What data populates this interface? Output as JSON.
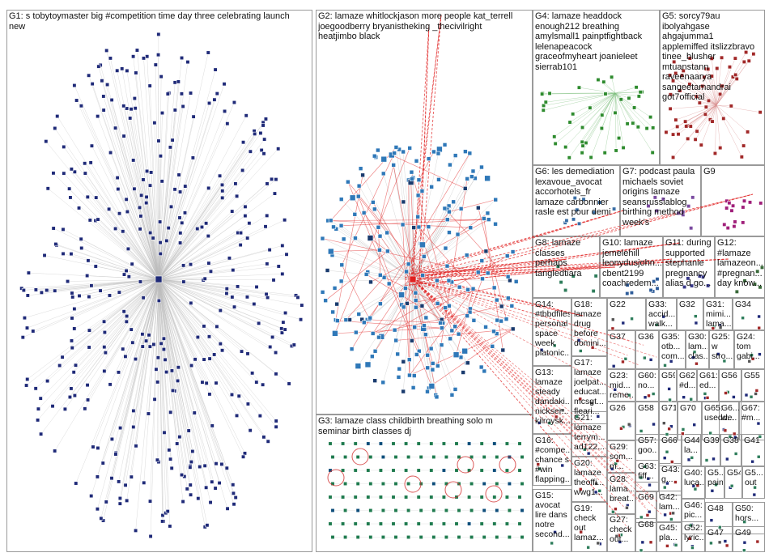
{
  "groups": [
    {
      "id": "G1",
      "lines": [
        "G1: s tobytoymaster big #competition time day three celebrating launch",
        "new"
      ]
    },
    {
      "id": "G2",
      "lines": [
        "G2: lamaze whitlockjason more people kat_terrell",
        "joegoodberry bryanistheking _thecivilright",
        "heatjimbo black"
      ]
    },
    {
      "id": "G3",
      "lines": [
        "G3: lamaze class childbirth breathing solo m",
        "seminar birth classes dj"
      ]
    },
    {
      "id": "G4",
      "lines": [
        "G4: lamaze headdock",
        "enough212 breathing",
        "amylsmall1 painptfightback",
        "lelenapeacock",
        "graceofmyheart joanieleet",
        "sierrab101"
      ]
    },
    {
      "id": "G5",
      "lines": [
        "G5: sorcy79au",
        "ibolyahgase",
        "ahgajumma1",
        "applemiffed itslizzbravo",
        "tinee_blusher",
        "mtuanstann",
        "raveenaarya",
        "sangeetamandrai",
        "got7official"
      ]
    },
    {
      "id": "G6",
      "lines": [
        "G6: les demediation",
        "lexavoue_avocat",
        "accorhotels_fr",
        "lamaze carbonnier",
        "rasle est pour demi"
      ]
    },
    {
      "id": "G7",
      "lines": [
        "G7: podcast paula",
        "michaels soviet",
        "origins lamaze",
        "seansrussiablog",
        "birthing method",
        "week's"
      ]
    },
    {
      "id": "G9",
      "lines": [
        "G9"
      ]
    },
    {
      "id": "G8",
      "lines": [
        "G8: lamaze",
        "classes",
        "perhaps",
        "tangledtiara"
      ]
    },
    {
      "id": "G10",
      "lines": [
        "G10: lamaze",
        "jemelehill",
        "leonydusjohn...",
        "cbent2199",
        "coachredem..."
      ]
    },
    {
      "id": "G11",
      "lines": [
        "G11: during",
        "supported",
        "stephanie",
        "pregnancy",
        "alias d go..."
      ]
    },
    {
      "id": "G12",
      "lines": [
        "G12:",
        "#lamaze",
        "lamazeon...",
        "#pregnan...",
        "day know..."
      ]
    },
    {
      "id": "G14",
      "lines": [
        "G14:",
        "#tbbdfiles",
        "personal",
        "space",
        "week",
        "platonic..."
      ]
    },
    {
      "id": "G18",
      "lines": [
        "G18:",
        "lamaze",
        "drug",
        "before",
        "domini..."
      ]
    },
    {
      "id": "G22",
      "lines": [
        "G22"
      ]
    },
    {
      "id": "G33",
      "lines": [
        "G33:",
        "accid...",
        "walk..."
      ]
    },
    {
      "id": "G32",
      "lines": [
        "G32"
      ]
    },
    {
      "id": "G31",
      "lines": [
        "G31:",
        "mimi...",
        "lama..."
      ]
    },
    {
      "id": "G34",
      "lines": [
        "G34"
      ]
    },
    {
      "id": "G17",
      "lines": [
        "G17:",
        "lamaze",
        "joelpat...",
        "educat...",
        "mcsgt...",
        "fleari..."
      ]
    },
    {
      "id": "G37",
      "lines": [
        "G37"
      ]
    },
    {
      "id": "G36",
      "lines": [
        "G36"
      ]
    },
    {
      "id": "G35",
      "lines": [
        "G35:",
        "otb...",
        "com..."
      ]
    },
    {
      "id": "G30",
      "lines": [
        "G30:",
        "lam...",
        "clas..."
      ]
    },
    {
      "id": "G25",
      "lines": [
        "G25:",
        "w",
        "stro..."
      ]
    },
    {
      "id": "G24",
      "lines": [
        "G24:",
        "tom",
        "gabi..."
      ]
    },
    {
      "id": "G13",
      "lines": [
        "G13:",
        "lamaze",
        "steady",
        "dandaki...",
        "nickser...",
        "kilroysk..."
      ]
    },
    {
      "id": "G23",
      "lines": [
        "G23:",
        "mid...",
        "reme..."
      ]
    },
    {
      "id": "G60",
      "lines": [
        "G60:",
        "no..."
      ]
    },
    {
      "id": "G59",
      "lines": [
        "G59"
      ]
    },
    {
      "id": "G62",
      "lines": [
        "G62:",
        "#d..."
      ]
    },
    {
      "id": "G61",
      "lines": [
        "G61:",
        "ed..."
      ]
    },
    {
      "id": "G56",
      "lines": [
        "G56"
      ]
    },
    {
      "id": "G55",
      "lines": [
        "G55"
      ]
    },
    {
      "id": "G21",
      "lines": [
        "G21:",
        "lamaze",
        "terrym...",
        "ad122..."
      ]
    },
    {
      "id": "G26",
      "lines": [
        "G26"
      ]
    },
    {
      "id": "G58",
      "lines": [
        "G58"
      ]
    },
    {
      "id": "G71",
      "lines": [
        "G71"
      ]
    },
    {
      "id": "G70",
      "lines": [
        "G70"
      ]
    },
    {
      "id": "G65",
      "lines": [
        "G65:",
        "usedde..."
      ]
    },
    {
      "id": "G6x",
      "lines": [
        "G6...",
        "w..."
      ]
    },
    {
      "id": "G67",
      "lines": [
        "G67:",
        "#m..."
      ]
    },
    {
      "id": "G16",
      "lines": [
        "G16:",
        "#compe...",
        "chance s",
        "#win",
        "flapping..."
      ]
    },
    {
      "id": "G20",
      "lines": [
        "G20:",
        "lamaze",
        "theoffi...",
        "wwg1..."
      ]
    },
    {
      "id": "G29",
      "lines": [
        "G29:",
        "som...",
        "m..."
      ]
    },
    {
      "id": "G57",
      "lines": [
        "G57:",
        "goo..."
      ]
    },
    {
      "id": "G66",
      "lines": [
        "G66"
      ]
    },
    {
      "id": "G44",
      "lines": [
        "G44:",
        "la..."
      ]
    },
    {
      "id": "G39",
      "lines": [
        "G39"
      ]
    },
    {
      "id": "G38",
      "lines": [
        "G38"
      ]
    },
    {
      "id": "G41",
      "lines": [
        "G41"
      ]
    },
    {
      "id": "G63",
      "lines": [
        "G63:",
        "fiff..."
      ]
    },
    {
      "id": "G43",
      "lines": [
        "G43:",
        "g..."
      ]
    },
    {
      "id": "G40",
      "lines": [
        "G40:",
        "luca..."
      ]
    },
    {
      "id": "G5b",
      "lines": [
        "G5...",
        "pain"
      ]
    },
    {
      "id": "G54",
      "lines": [
        "G54"
      ]
    },
    {
      "id": "G5c",
      "lines": [
        "G5...",
        "out"
      ]
    },
    {
      "id": "G28",
      "lines": [
        "G28:",
        "lama...",
        "breat..."
      ]
    },
    {
      "id": "G15",
      "lines": [
        "G15:",
        "avocat",
        "lire dans",
        "notre",
        "second..."
      ]
    },
    {
      "id": "G19",
      "lines": [
        "G19:",
        "check",
        "out",
        "lamaz..."
      ]
    },
    {
      "id": "G69",
      "lines": [
        "G69"
      ]
    },
    {
      "id": "G42",
      "lines": [
        "G42:",
        "lam..."
      ]
    },
    {
      "id": "G46",
      "lines": [
        "G46:",
        "pic..."
      ]
    },
    {
      "id": "G48",
      "lines": [
        "G48"
      ]
    },
    {
      "id": "G50",
      "lines": [
        "G50:",
        "hors..."
      ]
    },
    {
      "id": "G27",
      "lines": [
        "G27:",
        "check",
        "out..."
      ]
    },
    {
      "id": "G68",
      "lines": [
        "G68"
      ]
    },
    {
      "id": "G45",
      "lines": [
        "G45:",
        "pla..."
      ]
    },
    {
      "id": "G52",
      "lines": [
        "G52:",
        "lyric..."
      ]
    },
    {
      "id": "G47",
      "lines": [
        "G47"
      ]
    },
    {
      "id": "G49",
      "lines": [
        "G49"
      ]
    }
  ],
  "colors": {
    "background": "#ffffff",
    "box_border": "#9a9a9a",
    "g1_node": "#1f2a78",
    "g2_node": "#2f78b8",
    "g3_node": "#1e7a4e",
    "g4_node": "#2e8b2e",
    "g5_node": "#a12828",
    "g9_node": "#a0207a",
    "edge_gray": "#bdbdbd",
    "edge_red": "#e02020",
    "g3_circle": "#d23030"
  }
}
